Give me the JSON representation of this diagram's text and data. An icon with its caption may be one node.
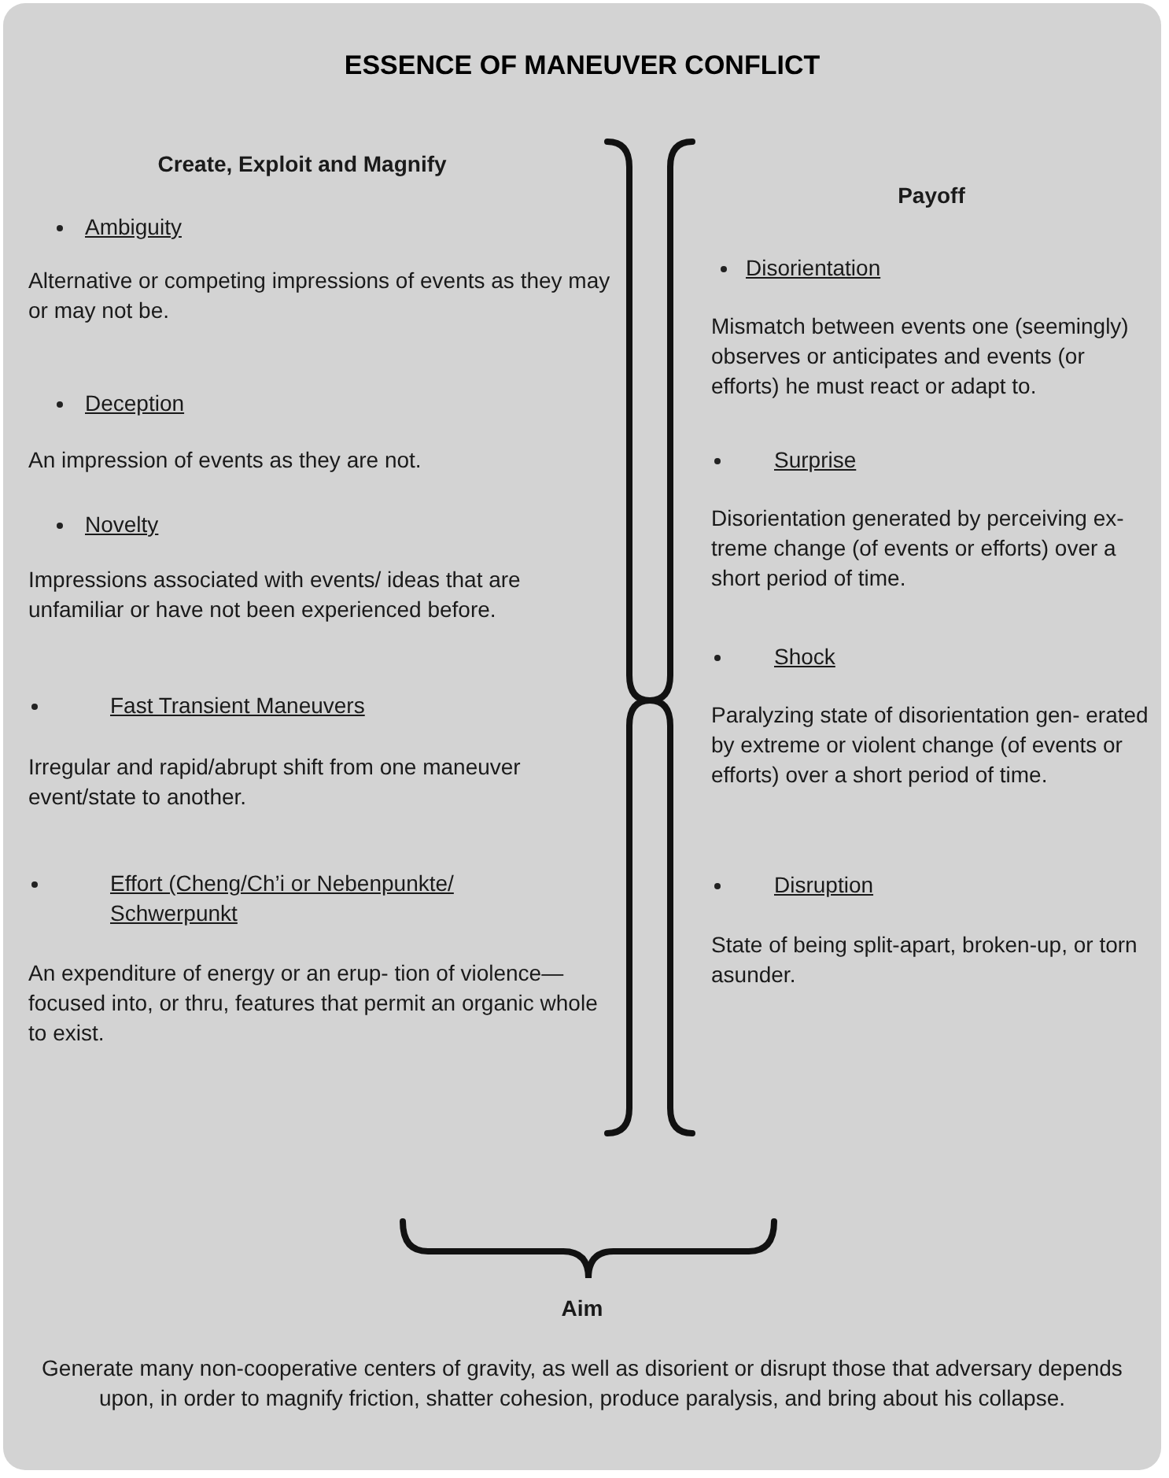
{
  "diagram": {
    "title": "ESSENCE OF MANEUVER CONFLICT",
    "labels": [
      "Create, Exploit and Magnify",
      "Ambiguity",
      "Alternative or competing impressions of events as they may or may not be.",
      "Deception",
      "An impression of events as they are not.",
      "Novelty",
      "Impressions associated with events/ ideas that are unfamiliar or have not been experienced before.",
      "Fast Transient Maneuvers",
      "Irregular and rapid/abrupt shift from one maneuver event/state to another.",
      "Effort (Cheng/Ch’i or Nebenpunkte/ Schwerpunkt",
      "An expenditure of energy or an erup- tion of violence—focused into, or thru, features that permit an organic whole to exist.",
      "Payoff",
      "Disorientation",
      "Mismatch between events one (seemingly) observes or anticipates and events (or efforts) he must react or adapt to.",
      "Surprise",
      "Disorientation generated by perceiving ex- treme change (of events or efforts) over a short period of time.",
      "Shock",
      "Paralyzing state of disorientation gen- erated by extreme or violent change (of events or efforts) over a short period of time.",
      "Disruption",
      "State of being split-apart, broken-up, or torn asunder.",
      "Aim",
      "Generate many non-cooperative centers of gravity, as well as disorient or disrupt those that adversary depends upon, in order to magnify friction, shatter cohesion, produce paralysis, and bring about his collapse."
    ]
  }
}
